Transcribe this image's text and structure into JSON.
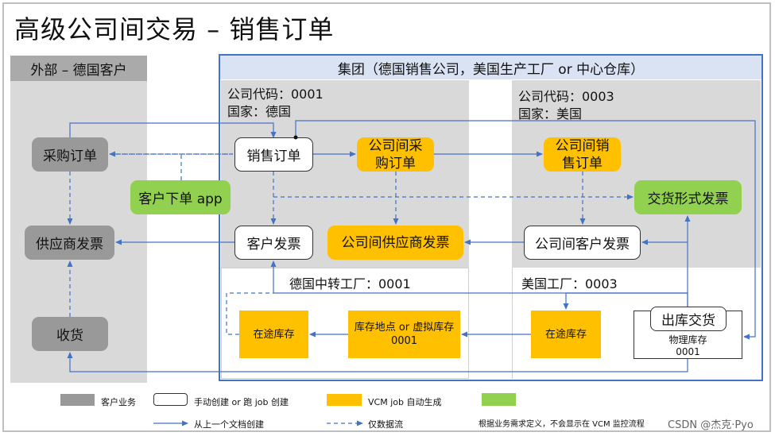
{
  "title": "高级公司间交易 – 销售订单",
  "external": {
    "header": "外部 – 德国客户",
    "purchase_order": "采购订单",
    "vendor_invoice": "供应商发票",
    "goods_receipt": "收货"
  },
  "customer_app": "客户下单 app",
  "group": {
    "header": "集团（德国销售公司，美国生产工厂 or 中心仓库）",
    "de_company_code": "公司代码：0001",
    "de_country": "国家：德国",
    "us_company_code": "公司代码：0003",
    "us_country": "国家：美国",
    "sales_order": "销售订单",
    "ic_purchase_order": "公司间采\n购订单",
    "ic_sales_order": "公司间销\n售订单",
    "billing_delivery": "交货形式发票",
    "customer_invoice": "客户发票",
    "ic_vendor_invoice": "公司间供应商发票",
    "ic_customer_invoice": "公司间客户发票",
    "de_plant": "德国中转工厂：0001",
    "us_plant": "美国工厂：0003",
    "in_transit_de": "在途库存",
    "storage_location": "库存地点 or 虚拟库存\n0001",
    "in_transit_us": "在途库存",
    "outbound_delivery": "出库交货",
    "physical_stock": "物理库存\n0001"
  },
  "legend": {
    "customer_business": "客户业务",
    "manual_or_job": "手动创建 or 跑 job 创建",
    "vcm_auto": "VCM job 自动生成",
    "green_note": "根据业务需求定义，不会显示在 VCM 监控流程",
    "solid_arrow": "从上一个文档创建",
    "dashed_arrow": "仅数据流"
  },
  "watermark": "CSDN @杰克·Pyo",
  "colors": {
    "grey_region": "#d9d9d9",
    "grey_box": "#999999",
    "orange": "#ffc000",
    "green": "#92d050",
    "blue_border": "#4472c4",
    "header_blue": "#dae3f3",
    "arrow": "#4472c4"
  }
}
